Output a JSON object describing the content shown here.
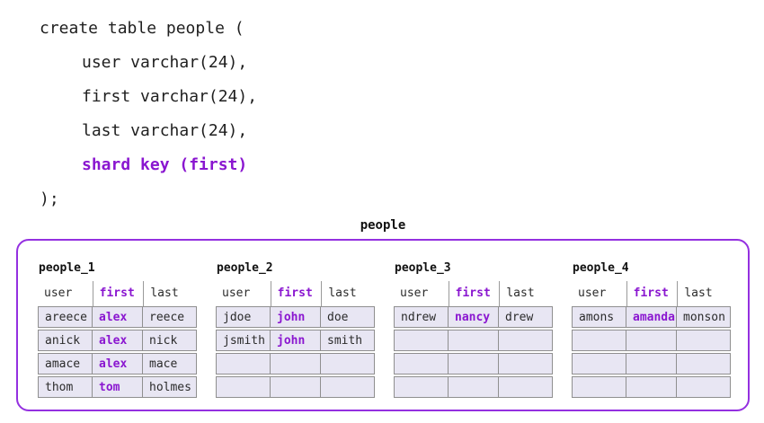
{
  "code": {
    "lines": [
      {
        "text": "create table people (",
        "indent": 0,
        "highlight": false
      },
      {
        "text": "user varchar(24),",
        "indent": 1,
        "highlight": false
      },
      {
        "text": "first varchar(24),",
        "indent": 1,
        "highlight": false
      },
      {
        "text": "last varchar(24),",
        "indent": 1,
        "highlight": false
      },
      {
        "text": "shard key (first)",
        "indent": 1,
        "highlight": true
      },
      {
        "text": ");",
        "indent": 0,
        "highlight": false
      }
    ]
  },
  "diagram": {
    "title": "people",
    "columns": [
      "user",
      "first",
      "last"
    ],
    "shard_key_column_index": 1,
    "shards": [
      {
        "name": "people_1",
        "rows": [
          [
            "areece",
            "alex",
            "reece"
          ],
          [
            "anick",
            "alex",
            "nick"
          ],
          [
            "amace",
            "alex",
            "mace"
          ],
          [
            "thom",
            "tom",
            "holmes"
          ]
        ]
      },
      {
        "name": "people_2",
        "rows": [
          [
            "jdoe",
            "john",
            "doe"
          ],
          [
            "jsmith",
            "john",
            "smith"
          ],
          [
            "",
            "",
            ""
          ],
          [
            "",
            "",
            ""
          ]
        ]
      },
      {
        "name": "people_3",
        "rows": [
          [
            "ndrew",
            "nancy",
            "drew"
          ],
          [
            "",
            "",
            ""
          ],
          [
            "",
            "",
            ""
          ],
          [
            "",
            "",
            ""
          ]
        ]
      },
      {
        "name": "people_4",
        "rows": [
          [
            "amons",
            "amanda",
            "monson"
          ],
          [
            "",
            "",
            ""
          ],
          [
            "",
            "",
            ""
          ],
          [
            "",
            "",
            ""
          ]
        ]
      }
    ]
  },
  "colors": {
    "accent_purple": "#8a16d0",
    "box_border_purple": "#9430e0",
    "cell_background": "#e8e6f3",
    "cell_border": "#8f8f8f",
    "header_divider": "#9a9a9a",
    "text_dark": "#1f1f1f"
  }
}
